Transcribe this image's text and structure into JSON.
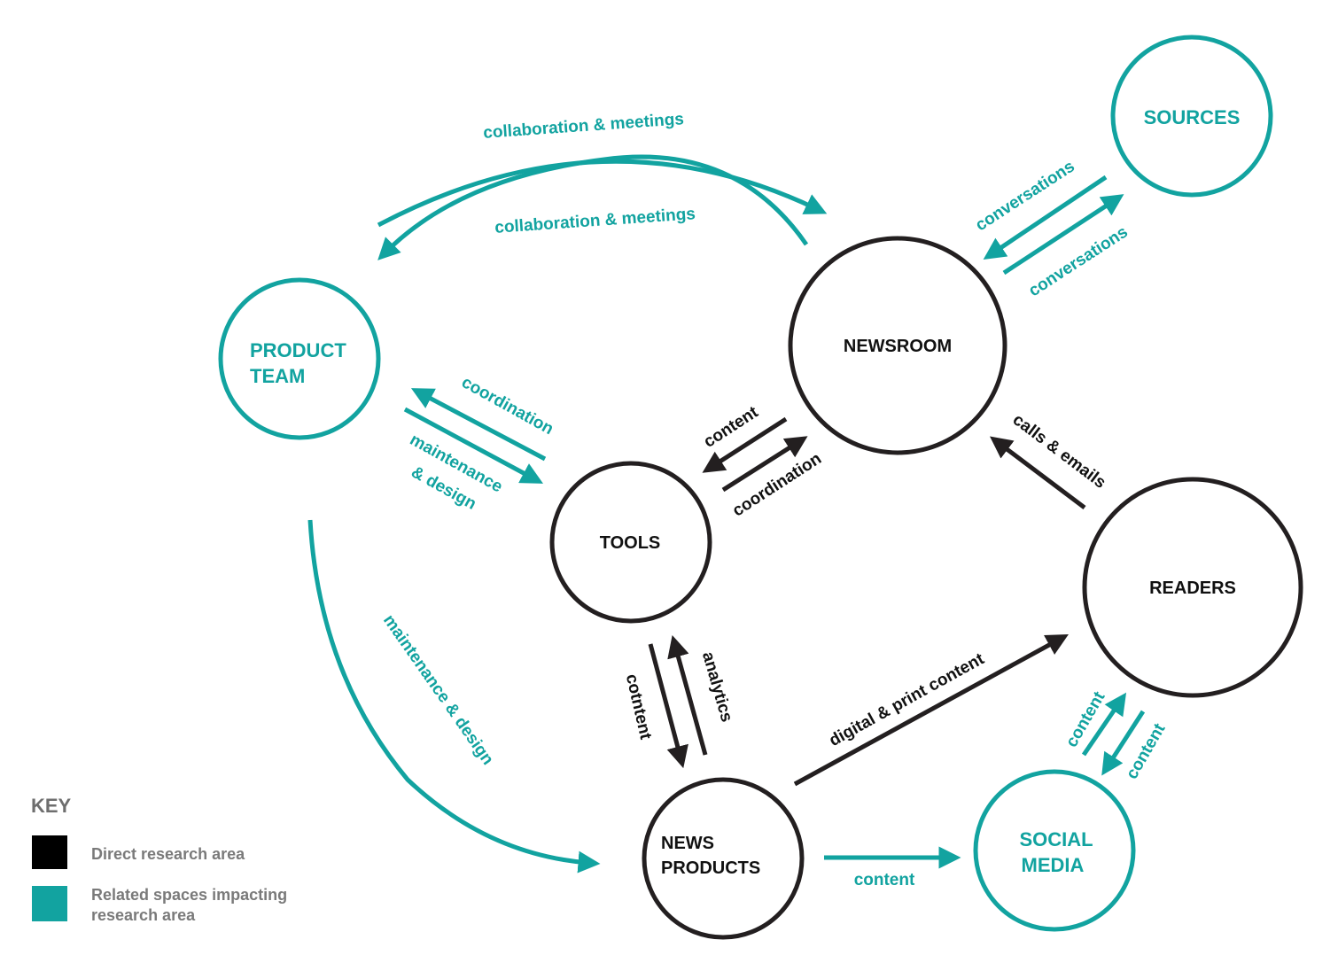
{
  "colors": {
    "direct": "#231f20",
    "related": "#12a3a0"
  },
  "nodes": {
    "sources": "SOURCES",
    "product_team": [
      "PRODUCT",
      "TEAM"
    ],
    "newsroom": "NEWSROOM",
    "tools": "TOOLS",
    "readers": "READERS",
    "news_products": [
      "NEWS",
      "PRODUCTS"
    ],
    "social_media": [
      "SOCIAL",
      "MEDIA"
    ]
  },
  "edges": {
    "collab_top": "collaboration & meetings",
    "collab_bottom": "collaboration & meetings",
    "conversations_upper": "conversations",
    "conversations_lower": "conversations",
    "coordination_pt": "coordination",
    "maintenance_design_tools": [
      "maintenance",
      "& design"
    ],
    "maintenance_design_products": "maintenance & design",
    "content_newsroom_tools": "content",
    "coordination_tools_newsroom": "coordination",
    "calls_emails": "calls & emails",
    "cotntent": "cotntent",
    "analytics": "analytics",
    "digital_print": "digital & print content",
    "content_products_social": "content",
    "content_social_readers": "content",
    "content_readers_social": "content"
  },
  "key": {
    "title": "KEY",
    "direct": "Direct research area",
    "related": [
      "Related spaces impacting",
      "research area"
    ]
  }
}
